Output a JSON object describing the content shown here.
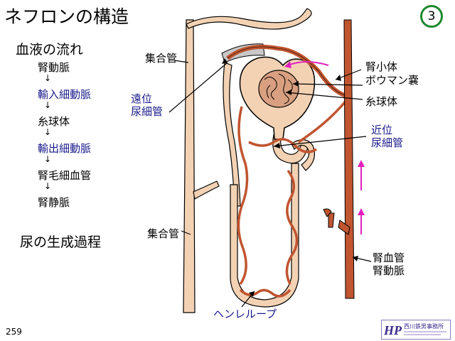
{
  "title": "ネフロンの構造",
  "slide_number": "3",
  "page_number": "259",
  "flow": {
    "heading": "血液の流れ",
    "steps": [
      "腎動脈",
      "輸入細動脈",
      "糸球体",
      "輸出細動脈",
      "腎毛細血管",
      "腎静脈"
    ],
    "arrow": "↓"
  },
  "urine": {
    "heading": "尿の生成過程"
  },
  "labels": {
    "collecting_duct_top": "集合管",
    "collecting_duct_bottom": "集合管",
    "distal_tubule_1": "遠位",
    "distal_tubule_2": "尿細管",
    "renal_corpuscle": "腎小体",
    "bowman_capsule": "ボウマン嚢",
    "glomerulus": "糸球体",
    "proximal_tubule_1": "近位",
    "proximal_tubule_2": "尿細管",
    "renal_vessel": "腎血管",
    "renal_artery": "腎動脈",
    "loop_of_henle": "ヘンレループ"
  },
  "logo": {
    "mark": "HP",
    "name": "西川鉄男事務所"
  },
  "colors": {
    "title": "#000000",
    "blue_text": "#1a1a8c",
    "badge_ring": "#1e8a2e",
    "tubule": "#f3d2b4",
    "vessel": "#c05530",
    "outline": "#000000",
    "arrow_magenta": "#e020c0",
    "gray": "#c8c8c8"
  }
}
